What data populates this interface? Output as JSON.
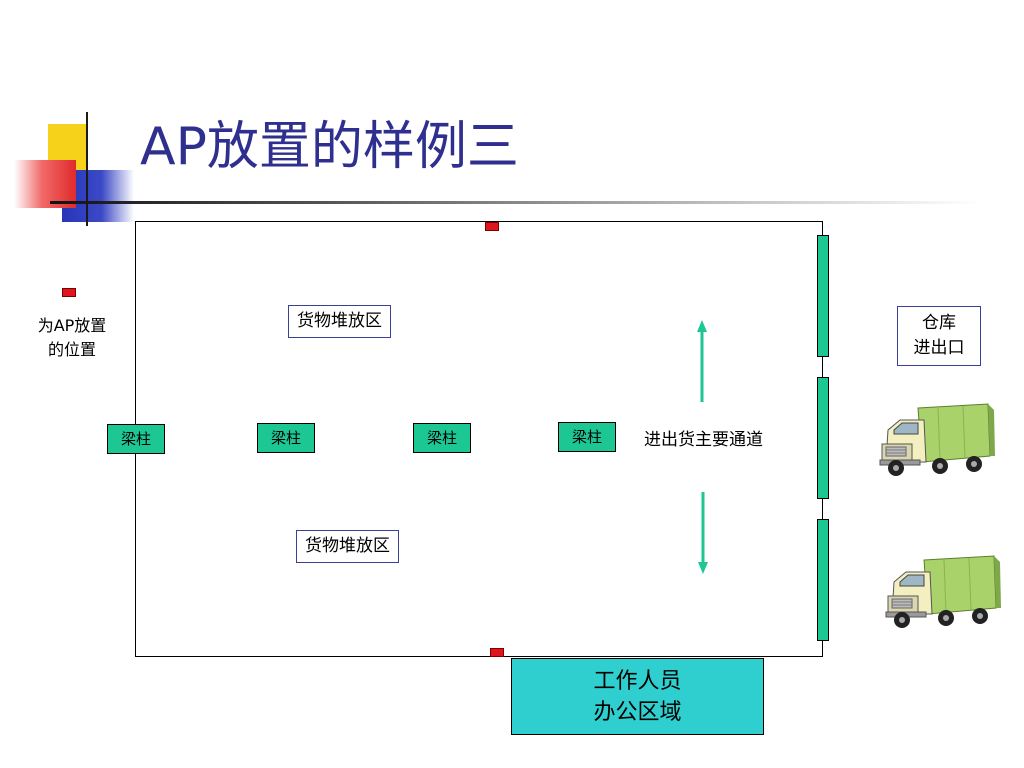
{
  "slide": {
    "title": "AP放置的样例三"
  },
  "legend": {
    "line1": "为AP放置",
    "line2": "的位置"
  },
  "zones": {
    "top": "货物堆放区",
    "bottom": "货物堆放区"
  },
  "pillars": [
    "梁柱",
    "梁柱",
    "梁柱",
    "梁柱"
  ],
  "passage": {
    "label": "进出货主要通道"
  },
  "exit": {
    "line1": "仓库",
    "line2": "进出口"
  },
  "office": {
    "line1": "工作人员",
    "line2": "办公区域"
  },
  "colors": {
    "title": "#2e2f8f",
    "ap_marker": "#e0161e",
    "pillar": "#1cc793",
    "dock": "#1cc793",
    "office": "#30cfcf",
    "arrow": "#1cc793"
  }
}
